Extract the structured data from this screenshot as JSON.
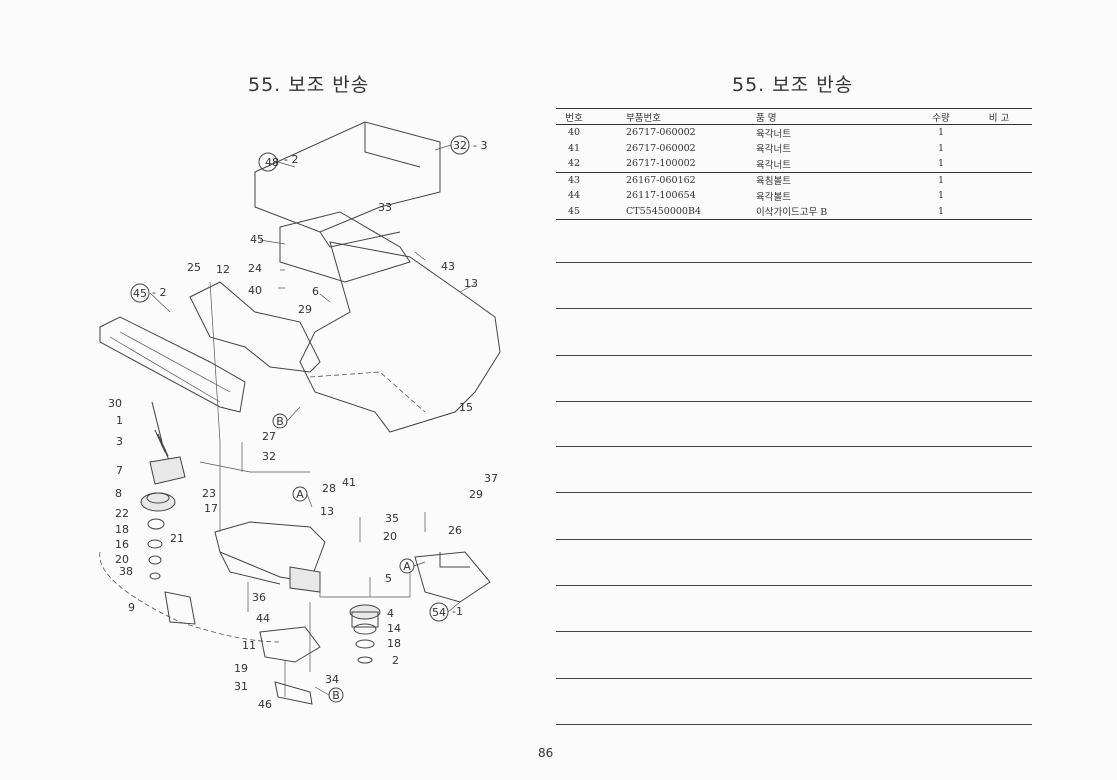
{
  "left_title": "55. 보조 반송",
  "right_title": "55. 보조 반송",
  "table": {
    "headers": [
      "번호",
      "부품번호",
      "품 명",
      "수량",
      "비 고"
    ],
    "rows": [
      {
        "no": "40",
        "part_no": "26717-060002",
        "name": "육각너트",
        "qty": "1",
        "remark": ""
      },
      {
        "no": "41",
        "part_no": "26717-060002",
        "name": "육각너트",
        "qty": "1",
        "remark": ""
      },
      {
        "no": "42",
        "part_no": "26717-100002",
        "name": "육각너트",
        "qty": "1",
        "remark": ""
      },
      {
        "no": "43",
        "part_no": "26167-060162",
        "name": "육침볼트",
        "qty": "1",
        "remark": ""
      },
      {
        "no": "44",
        "part_no": "26117-100654",
        "name": "육각볼트",
        "qty": "1",
        "remark": ""
      },
      {
        "no": "45",
        "part_no": "CT55450000B4",
        "name": "이삭가이드고무 B",
        "qty": "1",
        "remark": ""
      }
    ]
  },
  "diagram_labels": {
    "c48": "48",
    "c48s": "- 2",
    "c32": "32",
    "c32s": "- 3",
    "n33": "33",
    "n45": "45",
    "n43": "43",
    "n13": "13",
    "n25": "25",
    "n12": "12",
    "n24": "24",
    "n40": "40",
    "c45": "45",
    "c45s": "- 2",
    "n6": "6",
    "n29": "29",
    "n30": "30",
    "n1": "1",
    "n3": "3",
    "cB": "B",
    "n27": "27",
    "n15": "15",
    "n32": "32",
    "n7": "7",
    "n28": "28",
    "n41": "41",
    "n37": "37",
    "n29b": "29",
    "n8": "8",
    "n23": "23",
    "n22": "22",
    "n17": "17",
    "cA": "A",
    "n13b": "13",
    "n21": "21",
    "n18": "18",
    "n16": "16",
    "n20": "20",
    "n38": "38",
    "n35": "35",
    "n20b": "20",
    "n26": "26",
    "cA2": "A",
    "n5": "5",
    "n36": "36",
    "n9": "9",
    "n44": "44",
    "n4": "4",
    "c54": "54",
    "c54s": "-1",
    "n14": "14",
    "n18b": "18",
    "n11": "11",
    "n2": "2",
    "n19": "19",
    "n34": "34",
    "n31": "31",
    "cB2": "B",
    "n46": "46"
  },
  "page_number": "86"
}
